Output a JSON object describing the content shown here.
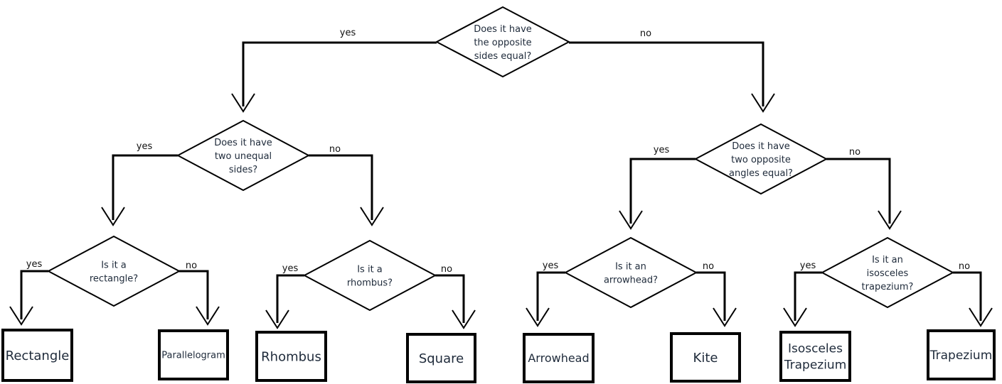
{
  "diagram": {
    "title": "Quadrilateral classification flowchart",
    "branch_labels": {
      "yes": "yes",
      "no": "no"
    },
    "decisions": [
      {
        "id": "d_root",
        "lines": [
          "Does it have",
          "the opposite",
          "sides equal?"
        ]
      },
      {
        "id": "d_unequal",
        "lines": [
          "Does it have",
          "two unequal",
          "sides?"
        ]
      },
      {
        "id": "d_angles",
        "lines": [
          "Does it have",
          "two opposite",
          "angles equal?"
        ]
      },
      {
        "id": "d_rect",
        "lines": [
          "Is it a",
          "rectangle?"
        ]
      },
      {
        "id": "d_rhombus",
        "lines": [
          "Is it a",
          "rhombus?"
        ]
      },
      {
        "id": "d_arrow",
        "lines": [
          "Is it an",
          "arrowhead?"
        ]
      },
      {
        "id": "d_iso",
        "lines": [
          "Is it an",
          "isosceles",
          "trapezium?"
        ]
      }
    ],
    "results": [
      {
        "id": "r_rectangle",
        "lines": [
          "Rectangle"
        ]
      },
      {
        "id": "r_parallelogram",
        "lines": [
          "Parallelogram"
        ]
      },
      {
        "id": "r_rhombus",
        "lines": [
          "Rhombus"
        ]
      },
      {
        "id": "r_square",
        "lines": [
          "Square"
        ]
      },
      {
        "id": "r_arrowhead",
        "lines": [
          "Arrowhead"
        ]
      },
      {
        "id": "r_kite",
        "lines": [
          "Kite"
        ]
      },
      {
        "id": "r_iso_trap",
        "lines": [
          "Isosceles",
          "Trapezium"
        ]
      },
      {
        "id": "r_trapezium",
        "lines": [
          "Trapezium"
        ]
      }
    ],
    "edges": [
      {
        "from": "d_root",
        "to": "d_unequal",
        "label": "yes"
      },
      {
        "from": "d_root",
        "to": "d_angles",
        "label": "no"
      },
      {
        "from": "d_unequal",
        "to": "d_rect",
        "label": "yes"
      },
      {
        "from": "d_unequal",
        "to": "d_rhombus",
        "label": "no"
      },
      {
        "from": "d_angles",
        "to": "d_arrow",
        "label": "yes"
      },
      {
        "from": "d_angles",
        "to": "d_iso",
        "label": "no"
      },
      {
        "from": "d_rect",
        "to": "r_rectangle",
        "label": "yes"
      },
      {
        "from": "d_rect",
        "to": "r_parallelogram",
        "label": "no"
      },
      {
        "from": "d_rhombus",
        "to": "r_rhombus",
        "label": "yes"
      },
      {
        "from": "d_rhombus",
        "to": "r_square",
        "label": "no"
      },
      {
        "from": "d_arrow",
        "to": "r_arrowhead",
        "label": "yes"
      },
      {
        "from": "d_arrow",
        "to": "r_kite",
        "label": "no"
      },
      {
        "from": "d_iso",
        "to": "r_iso_trap",
        "label": "yes"
      },
      {
        "from": "d_iso",
        "to": "r_trapezium",
        "label": "no"
      }
    ]
  }
}
